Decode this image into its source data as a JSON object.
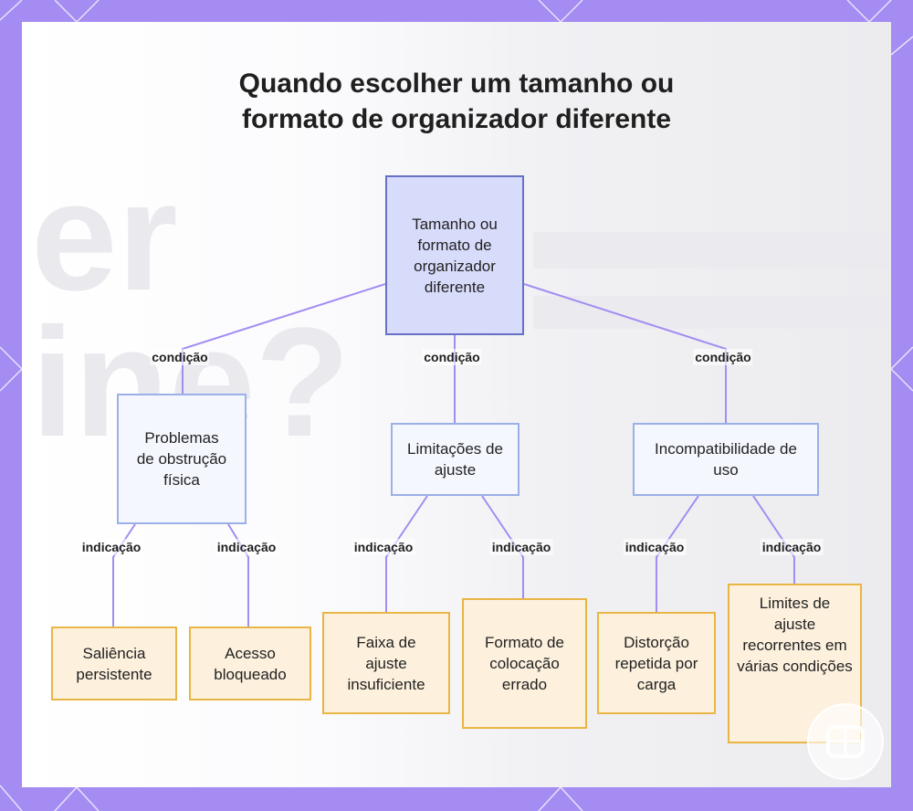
{
  "title": {
    "line1": "Quando escolher um tamanho ou",
    "line2": "formato de organizador diferente"
  },
  "nodes": {
    "root": "Tamanho ou formato de organizador diferente",
    "problemas": "Problemas de obstrução física",
    "limitacoes": "Limitações de ajuste",
    "incompat": "Incompatibilidade de uso",
    "saliencia": "Saliência persistente",
    "acesso": "Acesso bloqueado",
    "faixa": "Faixa de ajuste insuficiente",
    "formato": "Formato de colocação errado",
    "distorcao": "Distorção repetida por carga",
    "limites": "Limites de ajuste recorrentes em várias condições"
  },
  "edge_labels": {
    "condicao": "condição",
    "indicacao": "indicação"
  },
  "colors": {
    "frame": "#a48cf2",
    "edge": "#a48cf2",
    "root_fill": "#d8dcfb",
    "root_border": "#6670c6",
    "mid_fill": "#f5f7ff",
    "mid_border": "#9ab0e6",
    "leaf_fill": "#fdf1de",
    "leaf_border": "#e9b545"
  },
  "logo": "grid-logo-icon"
}
